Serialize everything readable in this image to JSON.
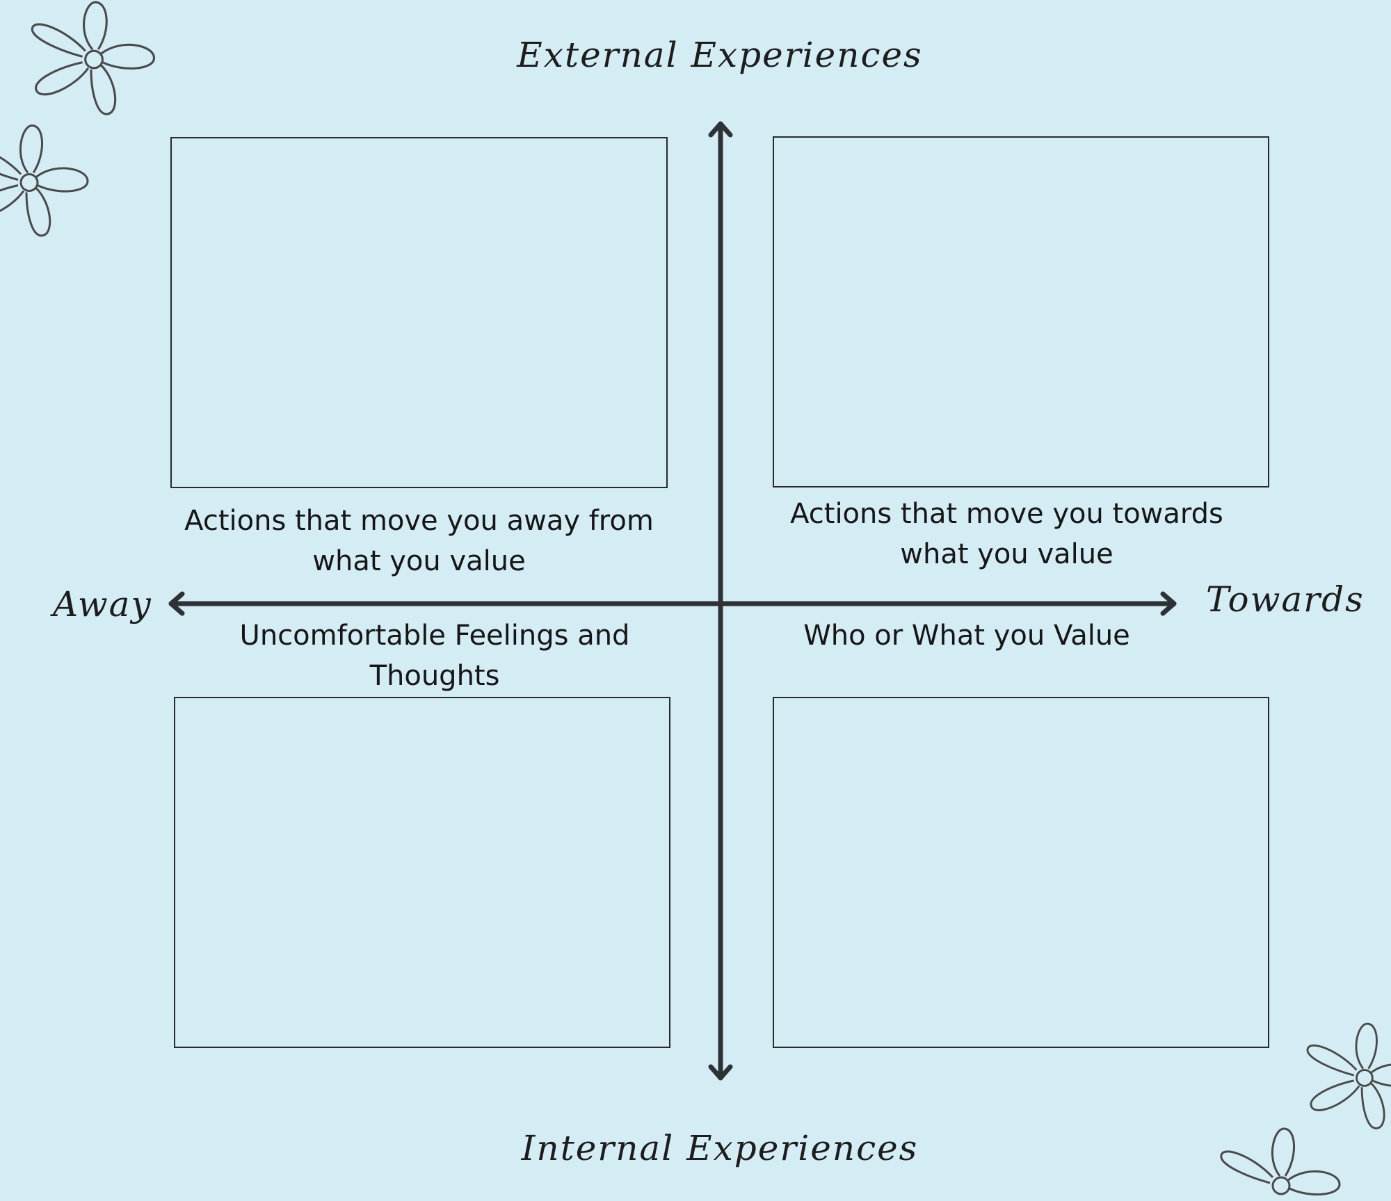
{
  "axes": {
    "top": "External Experiences",
    "bottom": "Internal Experiences",
    "left": "Away",
    "right": "Towards"
  },
  "quadrants": {
    "top_left": "Actions that move you away from what you value",
    "top_right": "Actions that move you towards what you value",
    "bottom_left": "Uncomfortable Feelings and Thoughts",
    "bottom_right": "Who or What you Value"
  },
  "colors": {
    "background": "#d4ecf4",
    "axis_stroke": "#2e3236",
    "box_stroke": "#2a2a2a",
    "flower_stroke": "#4a4a4a"
  },
  "decorations": [
    "flower-icon",
    "flower-icon",
    "flower-icon",
    "flower-icon"
  ]
}
